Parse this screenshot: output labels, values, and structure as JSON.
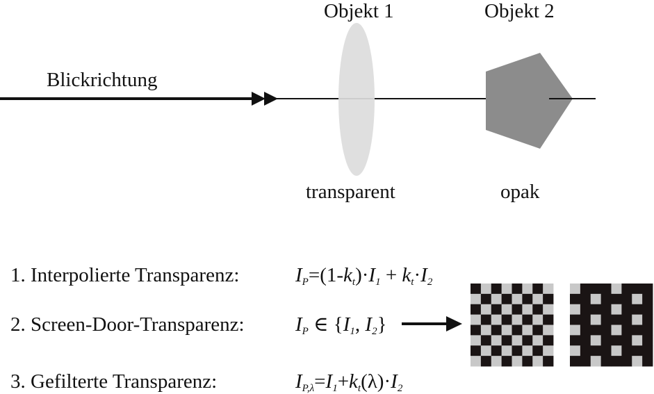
{
  "labels": {
    "object1": "Objekt 1",
    "object2": "Objekt 2",
    "view_direction": "Blickrichtung",
    "transparent": "transparent",
    "opaque": "opak"
  },
  "methods": [
    {
      "label": "1. Interpolierte Transparenz:"
    },
    {
      "label": "2. Screen-Door-Transparenz:"
    },
    {
      "label": "3. Gefilterte Transparenz:"
    }
  ],
  "formulas": {
    "f1": {
      "I": "I",
      "P": "P",
      "eq": "=(1-",
      "k": "k",
      "t": "t",
      "close": ")·",
      "I1": "I",
      "one": "1",
      "plus": " + ",
      "k2": "k",
      "t2": "t",
      "dot": "·",
      "I2": "I",
      "two": "2"
    },
    "f2": {
      "I": "I",
      "P": "P",
      "in": " ∈  {",
      "I1": "I",
      "one": "1",
      "comma": ", ",
      "I2": "I",
      "two": "2",
      "close": "}"
    },
    "f3": {
      "I": "I",
      "P": "P,λ",
      "eq": "=",
      "I1": "I",
      "one": "1",
      "plus": "+",
      "k": "k",
      "t": "t",
      "lam": "(λ)·",
      "I2": "I",
      "two": "2"
    }
  },
  "colors": {
    "line": "#111111",
    "lens": "#dcdcdc",
    "pentagon": "#8c8c8c",
    "dark": "#1a1414",
    "light": "#c8c8c8"
  }
}
